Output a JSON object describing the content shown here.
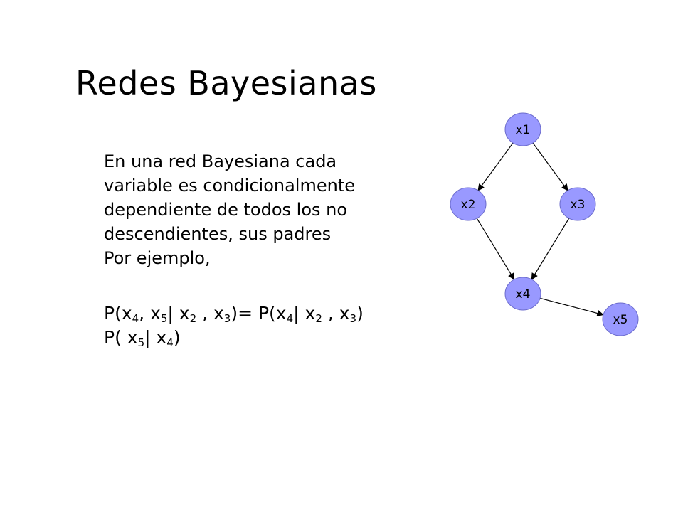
{
  "slide": {
    "title": "Redes Bayesianas",
    "paragraph_lines": [
      "En una red Bayesiana cada",
      "variable es condicionalmente",
      "dependiente de todos los no",
      "descendientes, sus padres",
      "Por ejemplo,"
    ],
    "formula": {
      "line1": [
        {
          "t": "P(x"
        },
        {
          "s": "4"
        },
        {
          "t": ", x"
        },
        {
          "s": "5"
        },
        {
          "t": "| x"
        },
        {
          "s": "2"
        },
        {
          "t": " , x"
        },
        {
          "s": "3"
        },
        {
          "t": ")= P(x"
        },
        {
          "s": "4"
        },
        {
          "t": "| x"
        },
        {
          "s": "2"
        },
        {
          "t": " , x"
        },
        {
          "s": "3"
        },
        {
          "t": ")"
        }
      ],
      "line2": [
        {
          "t": "P( x"
        },
        {
          "s": "5"
        },
        {
          "t": "| x"
        },
        {
          "s": "4"
        },
        {
          "t": ")"
        }
      ]
    }
  },
  "graph": {
    "node_color": "#9999ff",
    "nodes": [
      {
        "id": "x1",
        "label": "x1"
      },
      {
        "id": "x2",
        "label": "x2"
      },
      {
        "id": "x3",
        "label": "x3"
      },
      {
        "id": "x4",
        "label": "x4"
      },
      {
        "id": "x5",
        "label": "x5"
      }
    ],
    "edges": [
      {
        "from": "x1",
        "to": "x2"
      },
      {
        "from": "x1",
        "to": "x3"
      },
      {
        "from": "x2",
        "to": "x4"
      },
      {
        "from": "x3",
        "to": "x4"
      },
      {
        "from": "x4",
        "to": "x5"
      }
    ]
  }
}
